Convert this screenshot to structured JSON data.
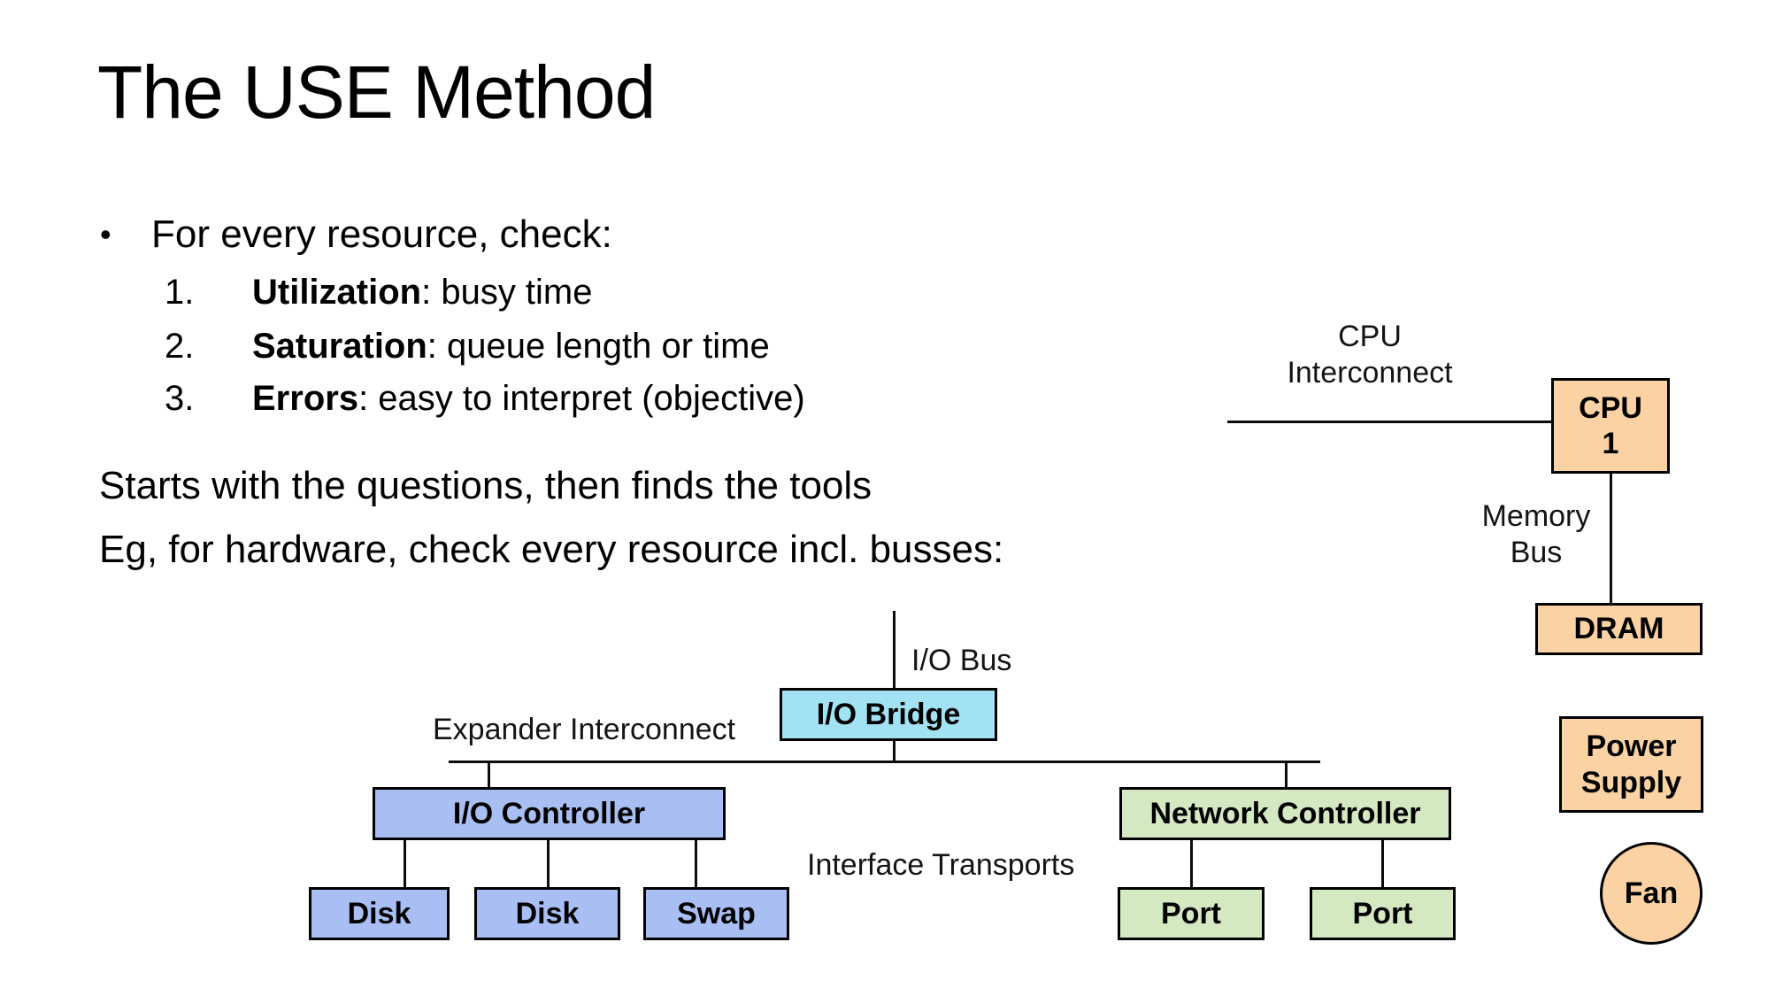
{
  "slide": {
    "title": "The USE Method",
    "bullet": "For every resource, check:",
    "bullet_glyph": "•",
    "numbered_items": [
      {
        "num": "1.",
        "term": "Utilization",
        "rest": ": busy time"
      },
      {
        "num": "2.",
        "term": "Saturation",
        "rest": ": queue length or time"
      },
      {
        "num": "3.",
        "term": "Errors",
        "rest": ": easy to interpret (objective)"
      }
    ],
    "paragraph_lines": [
      "Starts with the questions, then finds the tools",
      "Eg, for hardware, check every resource incl. busses:"
    ]
  },
  "diagram": {
    "labels": {
      "cpu_interconnect": [
        "CPU",
        "Interconnect"
      ],
      "memory_bus": [
        "Memory",
        "Bus"
      ],
      "io_bus": "I/O Bus",
      "expander_interconnect": "Expander Interconnect",
      "interface_transports": "Interface Transports"
    },
    "nodes": {
      "cpu": [
        "CPU",
        "1"
      ],
      "dram": "DRAM",
      "power_supply": [
        "Power",
        "Supply"
      ],
      "fan": "Fan",
      "io_bridge": "I/O Bridge",
      "io_controller": "I/O Controller",
      "disk1": "Disk",
      "disk2": "Disk",
      "swap": "Swap",
      "network_controller": "Network Controller",
      "port1": "Port",
      "port2": "Port"
    },
    "colors": {
      "orange": "#FBD2A4",
      "cyan": "#A2E2F3",
      "blue": "#A9BEF2",
      "green": "#D4E8C2"
    }
  }
}
